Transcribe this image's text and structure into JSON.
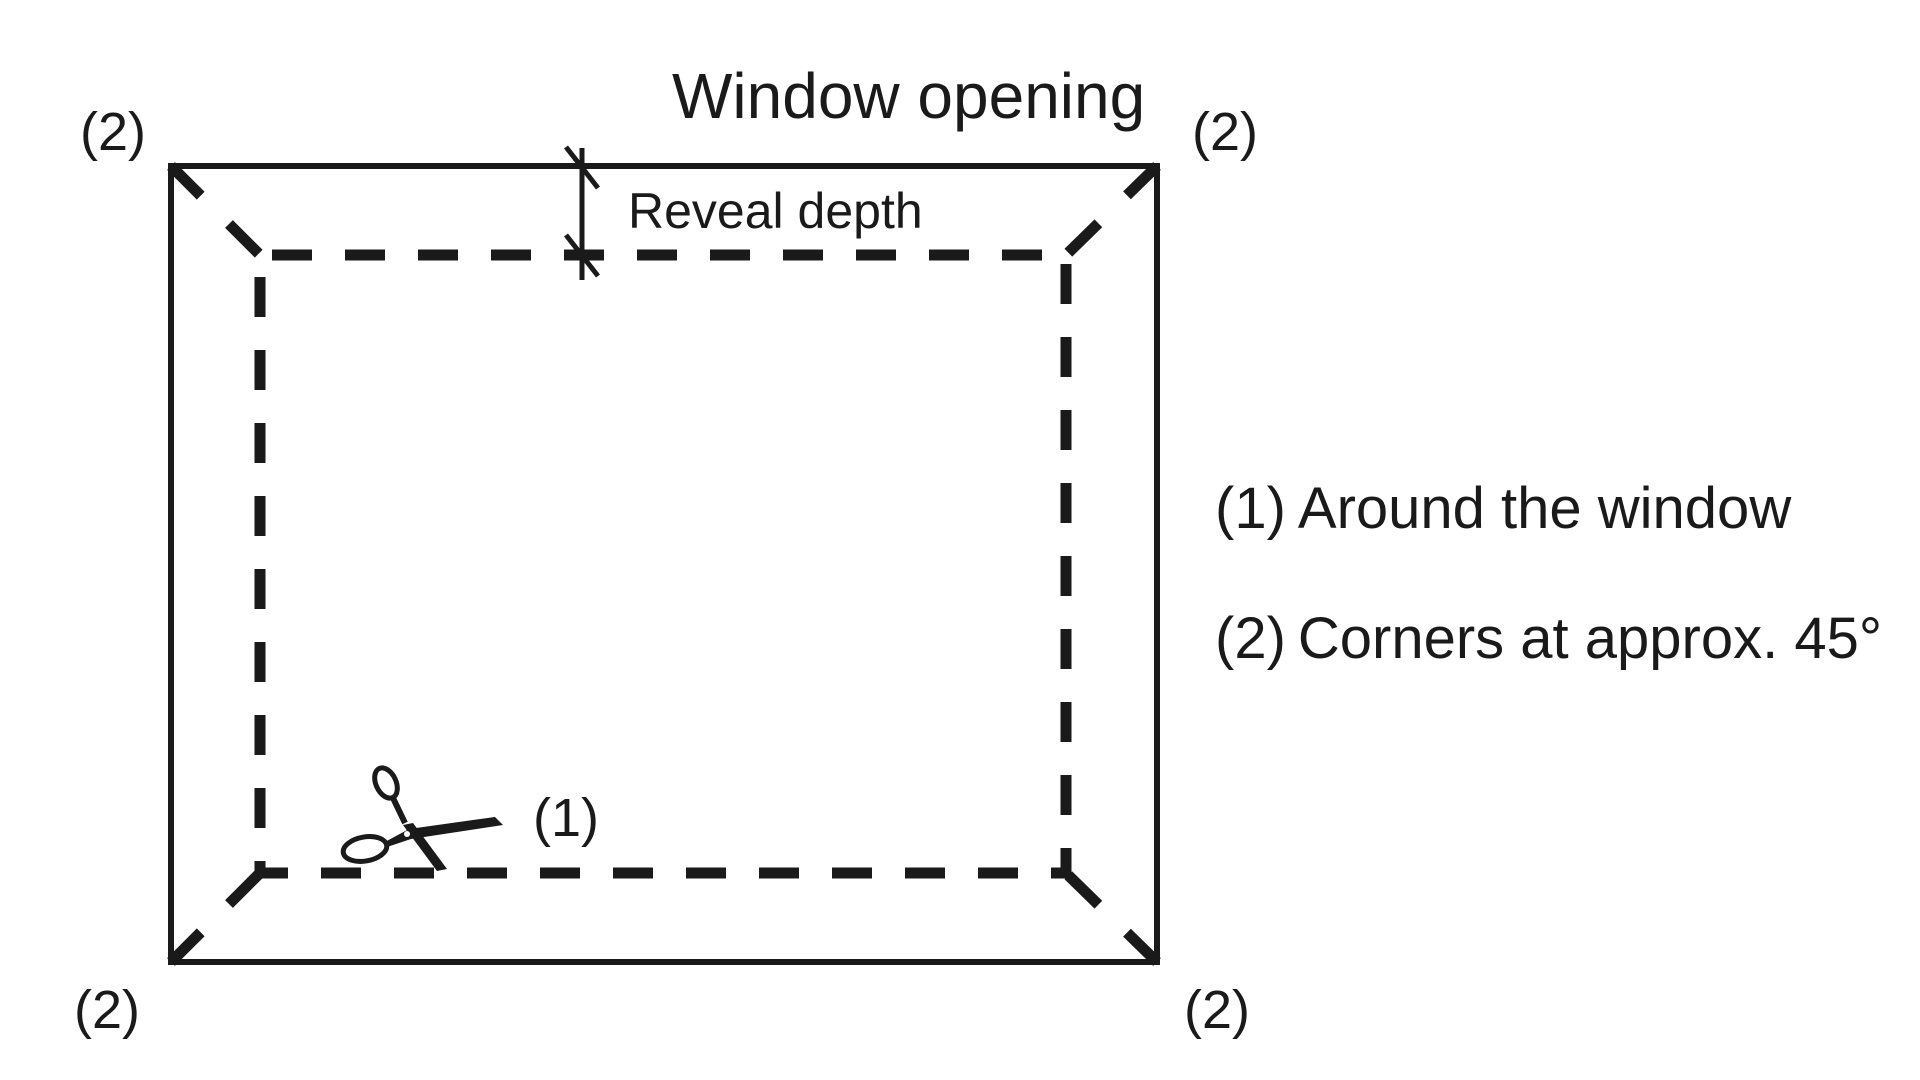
{
  "diagram": {
    "title": "Window opening",
    "dimension_label": "Reveal depth",
    "step_marker": "(1)",
    "corner_marker": "(2)",
    "corners": [
      "(2)",
      "(2)",
      "(2)",
      "(2)"
    ],
    "legend": [
      {
        "marker": "(1)",
        "text": "Around the window"
      },
      {
        "marker": "(2)",
        "text": "Corners at approx. 45°"
      }
    ],
    "icons": {
      "scissors": "scissors-icon"
    },
    "colors": {
      "ink": "#1a1a1a",
      "background": "#ffffff"
    }
  }
}
